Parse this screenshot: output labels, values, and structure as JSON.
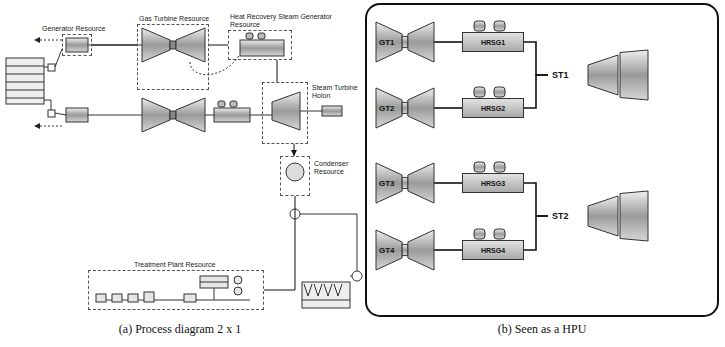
{
  "diagram": {
    "nodes": [
      {
        "text": [
          "Generator Resource"
        ]
      },
      {
        "text": [
          "Gas Turbine Resource"
        ]
      },
      {
        "text": [
          "Heat Recovery Steam Generator Resource"
        ]
      },
      {
        "text": [
          "Steam Turbine Holon"
        ]
      },
      {
        "text": [
          "Condenser Resource"
        ]
      },
      {
        "text": [
          "Treatment Plant Resource"
        ]
      },
      {
        "text": [
          "GT1"
        ]
      },
      {
        "text": [
          "HRSG1"
        ]
      },
      {
        "text": [
          "ST1"
        ]
      },
      {
        "text": [
          "GT2"
        ]
      },
      {
        "text": [
          "HRSG2"
        ]
      },
      {
        "text": [
          "GT3"
        ]
      },
      {
        "text": [
          "HRSG3"
        ]
      },
      {
        "text": [
          "ST2"
        ]
      },
      {
        "text": [
          "GT4"
        ]
      },
      {
        "text": [
          "HRSG4"
        ]
      }
    ],
    "edges": [
      {
        "from": 0,
        "to": 1,
        "arrow": "none"
      },
      {
        "from": 1,
        "to": 2,
        "arrow": "none"
      },
      {
        "from": 2,
        "to": 3,
        "arrow": "none"
      },
      {
        "from": 3,
        "to": 4,
        "arrow": "to"
      },
      {
        "from": 4,
        "to": 5,
        "arrow": "none"
      },
      {
        "from": 6,
        "to": 7,
        "arrow": "none"
      },
      {
        "from": 7,
        "to": 8,
        "arrow": "none"
      },
      {
        "from": 9,
        "to": 10,
        "arrow": "none"
      },
      {
        "from": 10,
        "to": 8,
        "arrow": "none"
      },
      {
        "from": 11,
        "to": 12,
        "arrow": "none"
      },
      {
        "from": 12,
        "to": 13,
        "arrow": "none"
      },
      {
        "from": 14,
        "to": 15,
        "arrow": "none"
      },
      {
        "from": 15,
        "to": 13,
        "arrow": "none"
      }
    ],
    "labels": [
      "(a) Process diagram 2 x 1",
      "(b) Seen as a HPU"
    ]
  }
}
